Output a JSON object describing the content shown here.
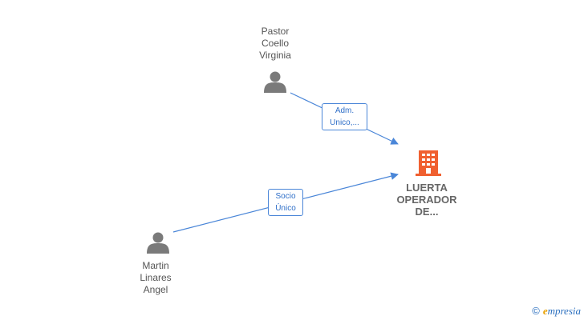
{
  "nodes": {
    "person1": {
      "label": "Pastor\nCoello\nVirginia"
    },
    "person2": {
      "label": "Martin\nLinares\nAngel"
    },
    "company": {
      "label": "LUERTA\nOPERADOR\nDE..."
    }
  },
  "edges": {
    "edge1": {
      "label": "Adm.\nUnico,..."
    },
    "edge2": {
      "label": "Socio\nÚnico"
    }
  },
  "colors": {
    "edge": "#4a86d8",
    "person_icon": "#7a7a7a",
    "company_icon": "#f06030"
  },
  "watermark": {
    "copyright": "©",
    "brand_e": "e",
    "brand_rest": "mpresia"
  }
}
